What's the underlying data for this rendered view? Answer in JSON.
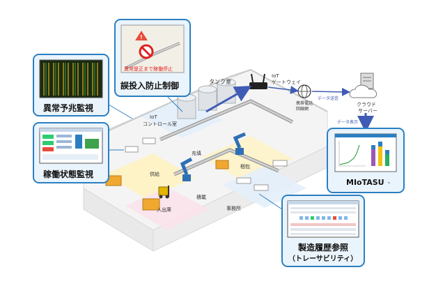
{
  "callouts": {
    "anomaly": "異常予兆監視",
    "operation": "稼働状態監視",
    "misinput": "誤投入防止制御",
    "history_line1": "製造履歴参照",
    "history_line2": "（トレーサビリティ）"
  },
  "misinput_caption": "異常是正まで稼働停止",
  "areas": {
    "tank_room": "タンク室",
    "control_room_line1": "IoT",
    "control_room_line2": "コントロール室",
    "filling": "充填",
    "supply": "供給",
    "packing": "梱包",
    "loading": "積載",
    "inout": "入出庫",
    "office": "事務所"
  },
  "network": {
    "gateway_line1": "IoT",
    "gateway_line2": "ゲートウェイ",
    "mobile_line1": "携帯電話",
    "mobile_line2": "回線網",
    "data_send": "データ送信",
    "cloud_line1": "クラウド",
    "cloud_line2": "サーバー",
    "data_display": "データ表示"
  },
  "brand": {
    "name": "MIoTASU",
    "tm": "™"
  },
  "colors": {
    "callout_border": "#2b7fc1",
    "callout_fill": "#eaf4fc",
    "arrow": "#3f5bb5",
    "floor": "#f7f7f7",
    "floor_yellow": "#fff2c2",
    "floor_pink": "#fbe3ec",
    "floor_blue": "#e3f0fb"
  }
}
